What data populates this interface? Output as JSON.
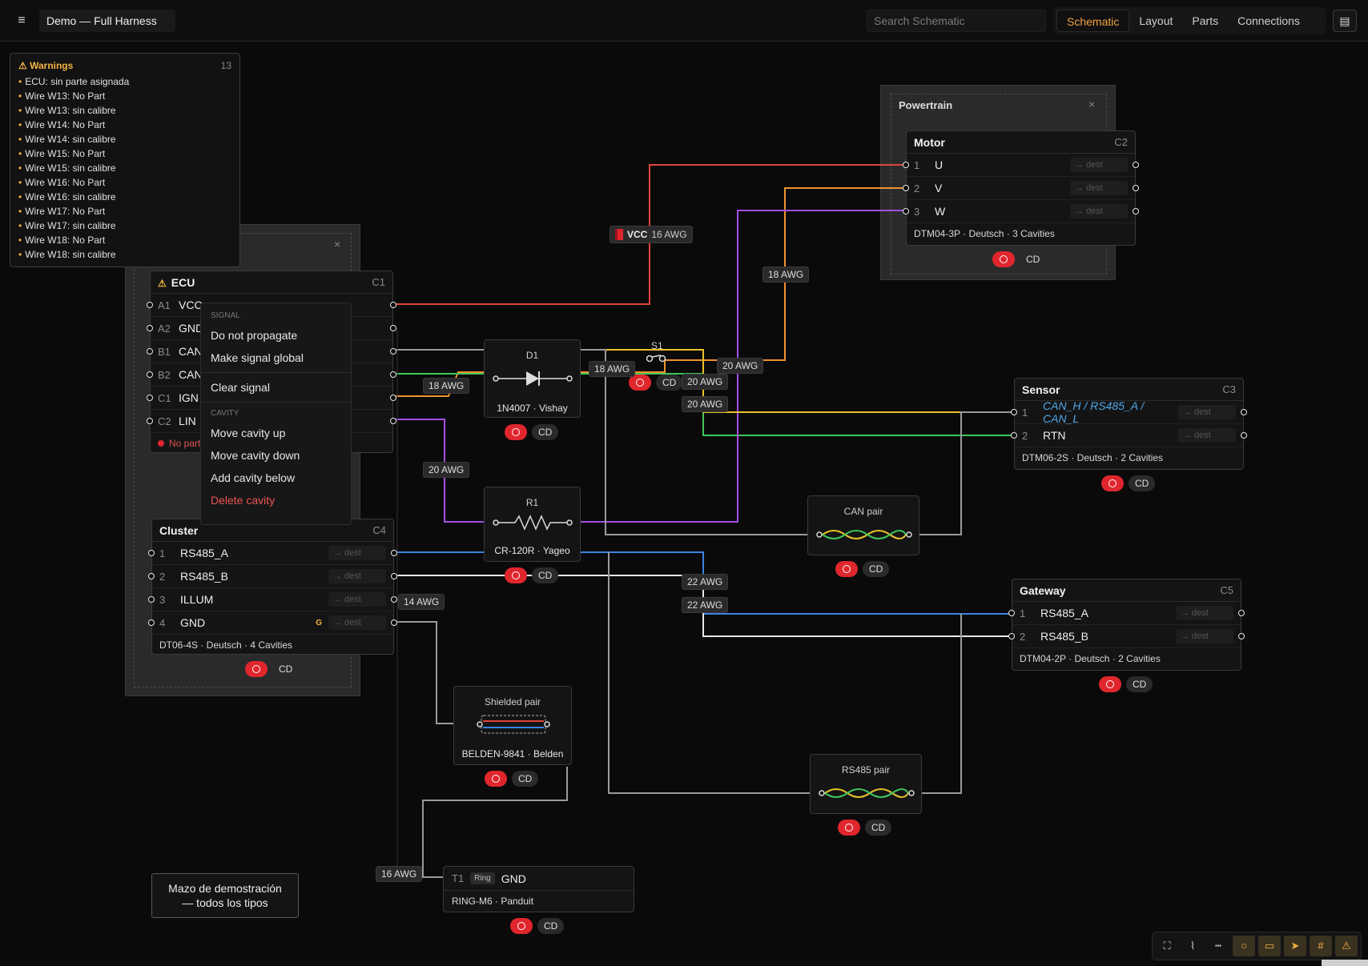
{
  "app": {
    "doc_title": "Demo — Full Harness",
    "search_placeholder": "Search Schematic",
    "tabs": [
      "Schematic",
      "Layout",
      "Parts",
      "Connections"
    ],
    "active_tab": "Schematic",
    "hamburger_icon": "≡",
    "menu_icon": "▤"
  },
  "warnings": {
    "title": "⚠ Warnings",
    "count": "13",
    "items": [
      "ECU: sin parte asignada",
      "Wire W13: No Part",
      "Wire W13: sin calibre",
      "Wire W14: No Part",
      "Wire W14: sin calibre",
      "Wire W15: No Part",
      "Wire W15: sin calibre",
      "Wire W16: No Part",
      "Wire W16: sin calibre",
      "Wire W17: No Part",
      "Wire W17: sin calibre",
      "Wire W18: No Part",
      "Wire W18: sin calibre"
    ]
  },
  "groups": {
    "powertrain": {
      "title": "Powertrain",
      "close": "×"
    },
    "left": {
      "close": "×"
    }
  },
  "connectors": {
    "ecu": {
      "name": "ECU",
      "id": "C1",
      "warn_icon": "⚠",
      "cavities": [
        {
          "num": "A1",
          "sig": "VCC"
        },
        {
          "num": "A2",
          "sig": "GND"
        },
        {
          "num": "B1",
          "sig": "CAN_H"
        },
        {
          "num": "B2",
          "sig": "CAN_L"
        },
        {
          "num": "C1",
          "sig": "IGN"
        },
        {
          "num": "C2",
          "sig": "LIN"
        }
      ],
      "footer": "No part"
    },
    "cluster": {
      "name": "Cluster",
      "id": "C4",
      "cavities": [
        {
          "num": "1",
          "sig": "RS485_A",
          "dest": "→ dest"
        },
        {
          "num": "2",
          "sig": "RS485_B",
          "dest": "→ dest"
        },
        {
          "num": "3",
          "sig": "ILLUM",
          "dest": "→ dest"
        },
        {
          "num": "4",
          "sig": "GND",
          "dest": "→ dest",
          "badge": "G"
        }
      ],
      "footer": "DT06-4S · Deutsch · 4 Cavities",
      "cd": "CD"
    },
    "motor": {
      "name": "Motor",
      "id": "C2",
      "cavities": [
        {
          "num": "1",
          "sig": "U",
          "dest": "→ dest"
        },
        {
          "num": "2",
          "sig": "V",
          "dest": "→ dest"
        },
        {
          "num": "3",
          "sig": "W",
          "dest": "→ dest"
        }
      ],
      "footer": "DTM04-3P · Deutsch · 3 Cavities",
      "cd": "CD"
    },
    "sensor": {
      "name": "Sensor",
      "id": "C3",
      "cavities": [
        {
          "num": "1",
          "sig": "CAN_H / RS485_A / CAN_L",
          "dest": "→ dest"
        },
        {
          "num": "2",
          "sig": "RTN",
          "dest": "→ dest"
        }
      ],
      "footer": "DTM06-2S · Deutsch · 2 Cavities",
      "cd": "CD"
    },
    "gateway": {
      "name": "Gateway",
      "id": "C5",
      "cavities": [
        {
          "num": "1",
          "sig": "RS485_A",
          "dest": "→ dest"
        },
        {
          "num": "2",
          "sig": "RS485_B",
          "dest": "→ dest"
        }
      ],
      "footer": "DTM04-2P · Deutsch · 2 Cavities",
      "cd": "CD"
    }
  },
  "components": {
    "d1": {
      "label": "D1",
      "foot": "1N4007 · Vishay",
      "cd": "CD"
    },
    "r1": {
      "label": "R1",
      "foot": "CR-120R · Yageo",
      "cd": "CD"
    },
    "s1": {
      "label": "S1",
      "cd": "CD"
    },
    "can_pair": {
      "label": "CAN pair",
      "cd": "CD"
    },
    "rs485_pair": {
      "label": "RS485 pair",
      "cd": "CD"
    },
    "shielded": {
      "label": "Shielded pair",
      "foot": "BELDEN-9841 · Belden",
      "cd": "CD"
    },
    "lug": {
      "num": "T1",
      "type": "Ring",
      "name": "GND",
      "foot": "RING-M6 · Panduit",
      "cd": "CD"
    }
  },
  "wire_labels": {
    "vcc_name": "VCC",
    "vcc_awg": "16 AWG",
    "l1": "18 AWG",
    "l2": "18 AWG",
    "l3": "18 AWG",
    "l4": "20 AWG",
    "l5": "20 AWG",
    "l6": "20 AWG",
    "l7": "20 AWG",
    "l8": "22 AWG",
    "l9": "22 AWG",
    "l10": "14 AWG",
    "l11": "16 AWG"
  },
  "context_menu": {
    "section_signal": "SIGNAL",
    "do_not_propagate": "Do not propagate",
    "make_global": "Make signal global",
    "clear_signal": "Clear signal",
    "section_cavity": "CAVITY",
    "move_up": "Move cavity up",
    "move_down": "Move cavity down",
    "add_below": "Add cavity below",
    "delete": "Delete cavity"
  },
  "note": {
    "text_line1": "Mazo de demostración",
    "text_line2": "— todos los tipos"
  },
  "toolbar": {
    "tools": [
      {
        "icon": "⛶",
        "on": false
      },
      {
        "icon": "⌇",
        "on": false
      },
      {
        "icon": "┅",
        "on": false
      },
      {
        "icon": "○",
        "on": true
      },
      {
        "icon": "▭",
        "on": true
      },
      {
        "icon": "➤",
        "on": true
      },
      {
        "icon": "#",
        "on": true
      },
      {
        "icon": "⚠",
        "on": true
      }
    ]
  },
  "colors": {
    "accent": "#f5a142",
    "red": "#e0262d",
    "orange": "#f0922d",
    "purple": "#a64ee0",
    "green": "#3fc65a",
    "yellow": "#e9c22a",
    "blue": "#3b82e0",
    "white": "#e8e8e8",
    "gray": "#9a9a9a"
  }
}
